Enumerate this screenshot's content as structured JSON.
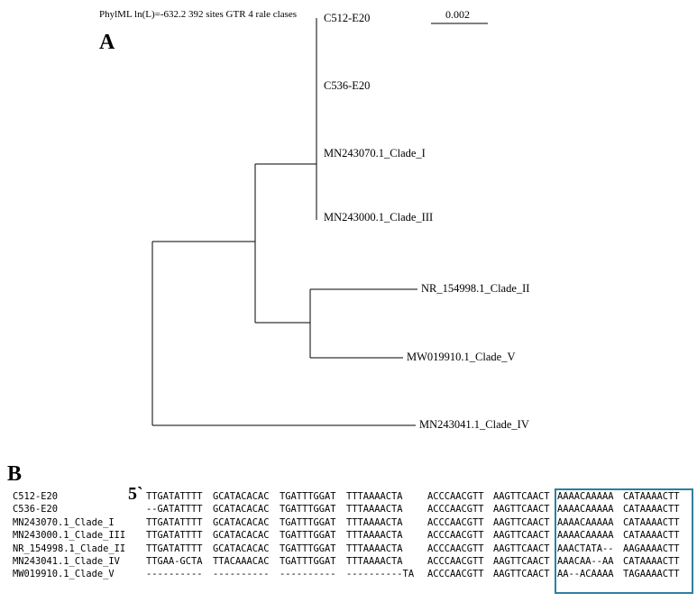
{
  "panel_a": {
    "label": "A",
    "header": "PhylML ln(L)=-632.2 392 sites GTR 4 rale clases",
    "scale_bar_label": "0.002",
    "leaves": [
      "C512-E20",
      "C536-E20",
      "MN243070.1_Clade_I",
      "MN243000.1_Clade_III",
      "NR_154998.1_Clade_II",
      "MW019910.1_Clade_V",
      "MN243041.1_Clade_IV"
    ]
  },
  "panel_b": {
    "label": "B",
    "five_prime": "5`",
    "rows": [
      {
        "name": "C512-E20",
        "blocks": [
          "TTGATATTTT",
          "GCATACACAC",
          "TGATTTGGAT",
          "TTTAAAACTA",
          "ACCCAACGTT",
          "AAGTTCAACT",
          "AAAACAAAAA",
          "CATAAAACTT"
        ]
      },
      {
        "name": "C536-E20",
        "blocks": [
          "--GATATTTT",
          "GCATACACAC",
          "TGATTTGGAT",
          "TTTAAAACTA",
          "ACCCAACGTT",
          "AAGTTCAACT",
          "AAAACAAAAA",
          "CATAAAACTT"
        ]
      },
      {
        "name": "MN243070.1_Clade_I",
        "blocks": [
          "TTGATATTTT",
          "GCATACACAC",
          "TGATTTGGAT",
          "TTTAAAACTA",
          "ACCCAACGTT",
          "AAGTTCAACT",
          "AAAACAAAAA",
          "CATAAAACTT"
        ]
      },
      {
        "name": "MN243000.1_Clade_III",
        "blocks": [
          "TTGATATTTT",
          "GCATACACAC",
          "TGATTTGGAT",
          "TTTAAAACTA",
          "ACCCAACGTT",
          "AAGTTCAACT",
          "AAAACAAAAA",
          "CATAAAACTT"
        ]
      },
      {
        "name": "NR_154998.1_Clade_II",
        "blocks": [
          "TTGATATTTT",
          "GCATACACAC",
          "TGATTTGGAT",
          "TTTAAAACTA",
          "ACCCAACGTT",
          "AAGTTCAACT",
          "AAACTATA--",
          "AAGAAAACTT"
        ]
      },
      {
        "name": "MN243041.1_Clade_IV",
        "blocks": [
          "TTGAA-GCTA",
          "TTACAAACAC",
          "TGATTTGGAT",
          "TTTAAAACTA",
          "ACCCAACGTT",
          "AAGTTCAACT",
          "AAACAA--AA",
          "CATAAAACTT"
        ]
      },
      {
        "name": "MW019910.1_Clade_V",
        "blocks": [
          "----------",
          "----------",
          "----------",
          "----------TA",
          "ACCCAACGTT",
          "AAGTTCAACT",
          "AA--ACAAAA",
          "TAGAAAACTT"
        ]
      }
    ],
    "box_color": "#2f7ea0"
  }
}
